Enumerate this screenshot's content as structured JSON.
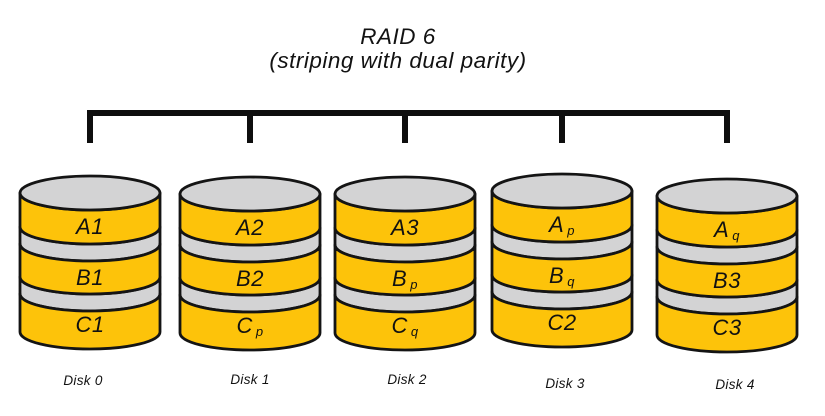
{
  "title": {
    "line1": "RAID 6",
    "line2": "(striping with dual parity)"
  },
  "colors": {
    "platter_yellow": "#FDC30A",
    "platter_gray": "#D3D3D4",
    "outline": "#141414"
  },
  "disks": [
    {
      "label": "Disk 0",
      "segments": [
        {
          "main": "A1",
          "sub": ""
        },
        {
          "main": "B1",
          "sub": ""
        },
        {
          "main": "C1",
          "sub": ""
        }
      ]
    },
    {
      "label": "Disk 1",
      "segments": [
        {
          "main": "A2",
          "sub": ""
        },
        {
          "main": "B2",
          "sub": ""
        },
        {
          "main": "C",
          "sub": "p"
        }
      ]
    },
    {
      "label": "Disk 2",
      "segments": [
        {
          "main": "A3",
          "sub": ""
        },
        {
          "main": "B",
          "sub": "p"
        },
        {
          "main": "C",
          "sub": "q"
        }
      ]
    },
    {
      "label": "Disk 3",
      "segments": [
        {
          "main": "A",
          "sub": "p"
        },
        {
          "main": "B",
          "sub": "q"
        },
        {
          "main": "C2",
          "sub": ""
        }
      ]
    },
    {
      "label": "Disk 4",
      "segments": [
        {
          "main": "A",
          "sub": "q"
        },
        {
          "main": "B3",
          "sub": ""
        },
        {
          "main": "C3",
          "sub": ""
        }
      ]
    }
  ]
}
